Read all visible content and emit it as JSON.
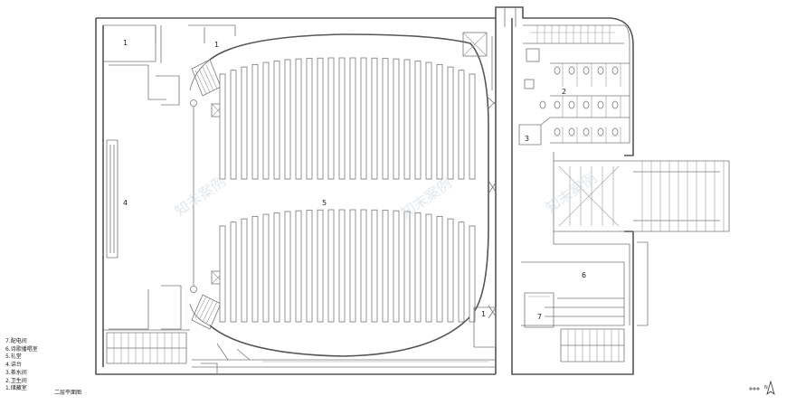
{
  "plan": {
    "title": "二层平面图",
    "legend": [
      "7.配电间",
      "6.诗歌播唱室",
      "5.礼堂",
      "4.讲台",
      "3.茶水间",
      "2.卫生间",
      "1.储藏室"
    ],
    "rooms": {
      "r1a": "1",
      "r1b": "1",
      "r1c": "1",
      "r2": "2",
      "r3": "3",
      "r4": "4",
      "r5": "5",
      "r6": "6",
      "r7": "7"
    },
    "watermarks": [
      "知末案例",
      "知末案例",
      "知末案例"
    ],
    "north_label": "N"
  }
}
